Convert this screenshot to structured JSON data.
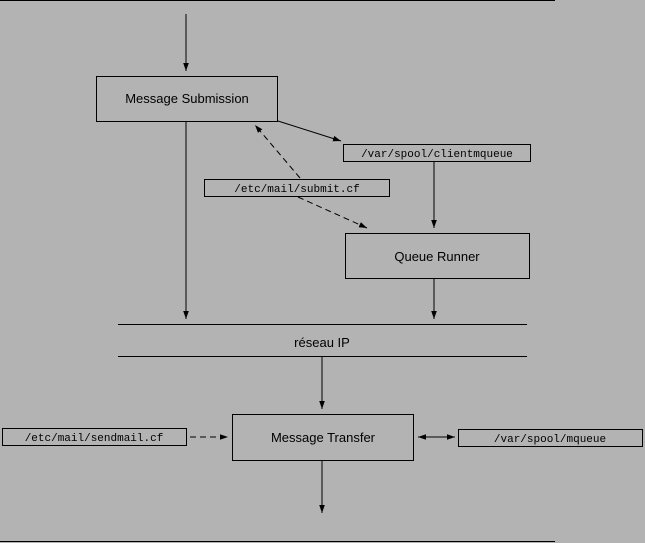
{
  "nodes": {
    "message_submission": "Message Submission",
    "queue_runner": "Queue Runner",
    "message_transfer": "Message Transfer"
  },
  "files": {
    "clientmqueue": "/var/spool/clientmqueue",
    "submit_cf": "/etc/mail/submit.cf",
    "sendmail_cf": "/etc/mail/sendmail.cf",
    "mqueue": "/var/spool/mqueue"
  },
  "network": {
    "label": "réseau IP"
  },
  "colors": {
    "background": "#b3b3b3",
    "stroke": "#000000"
  }
}
